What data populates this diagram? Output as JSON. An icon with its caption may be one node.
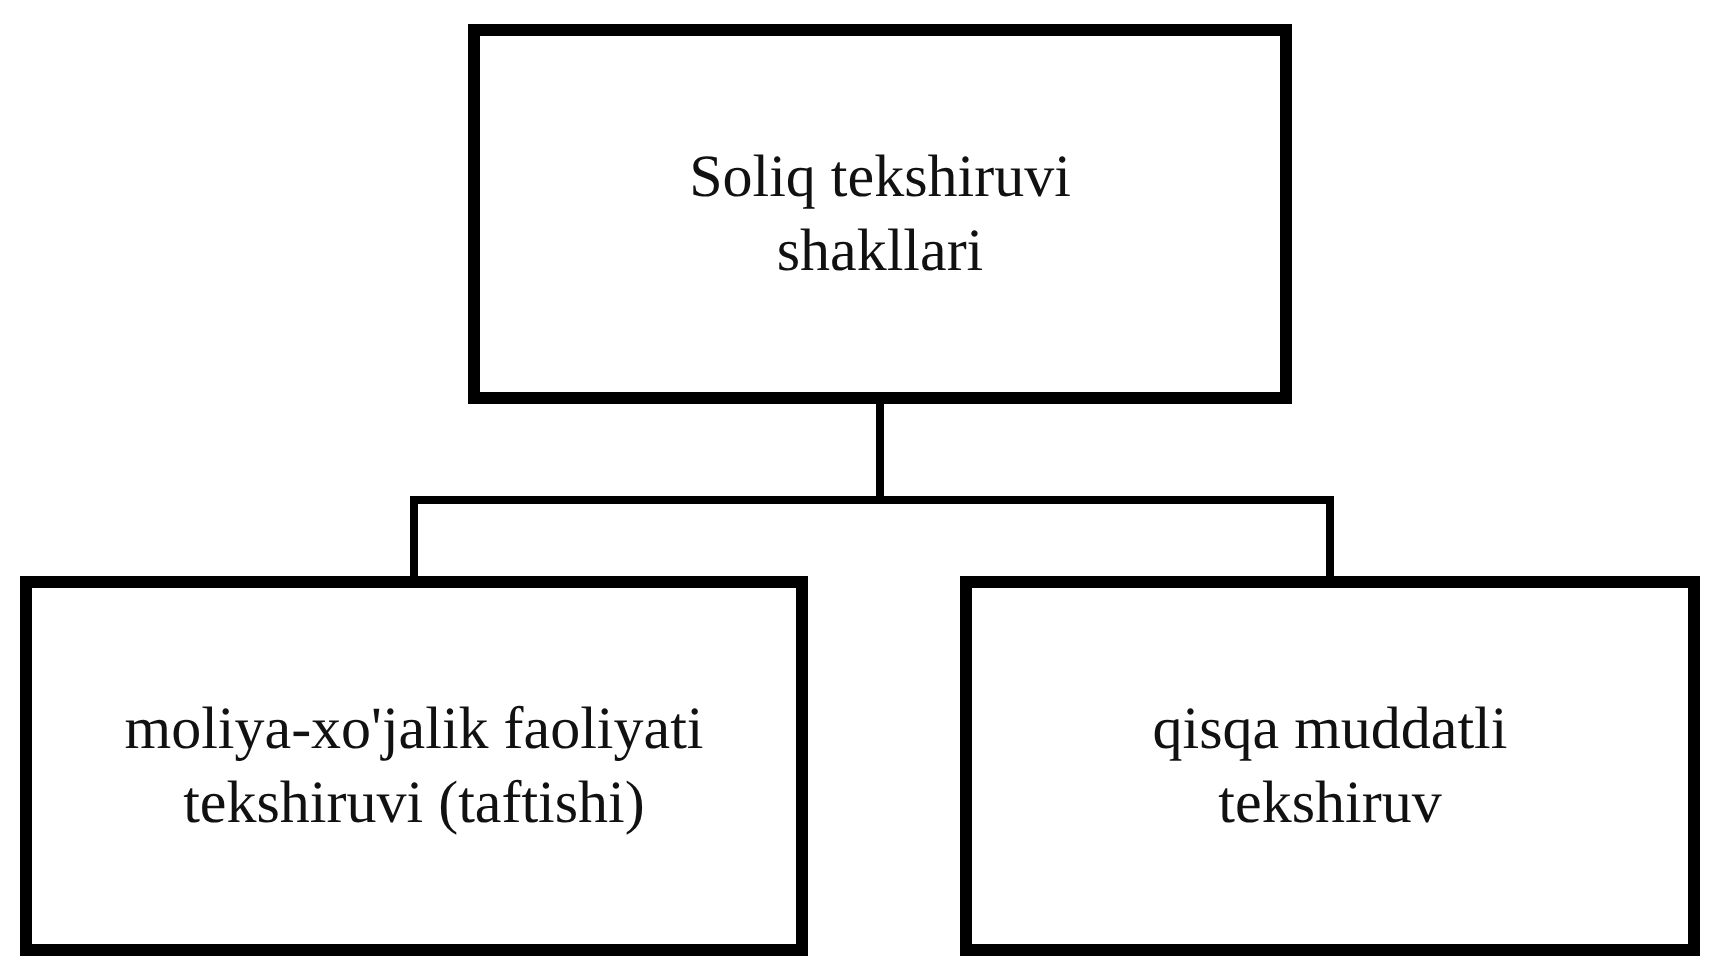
{
  "diagram": {
    "nodes": [
      {
        "text": [
          "Soliq tekshiruvi shakllari"
        ]
      },
      {
        "text": [
          "moliya-xo'jalik faoliyati tekshiruvi (taftishi)"
        ]
      },
      {
        "text": [
          "qisqa muddatli tekshiruv"
        ]
      }
    ],
    "edges": [
      {
        "from": 0,
        "to": 1,
        "arrow": "none"
      },
      {
        "from": 0,
        "to": 2,
        "arrow": "none"
      }
    ]
  }
}
